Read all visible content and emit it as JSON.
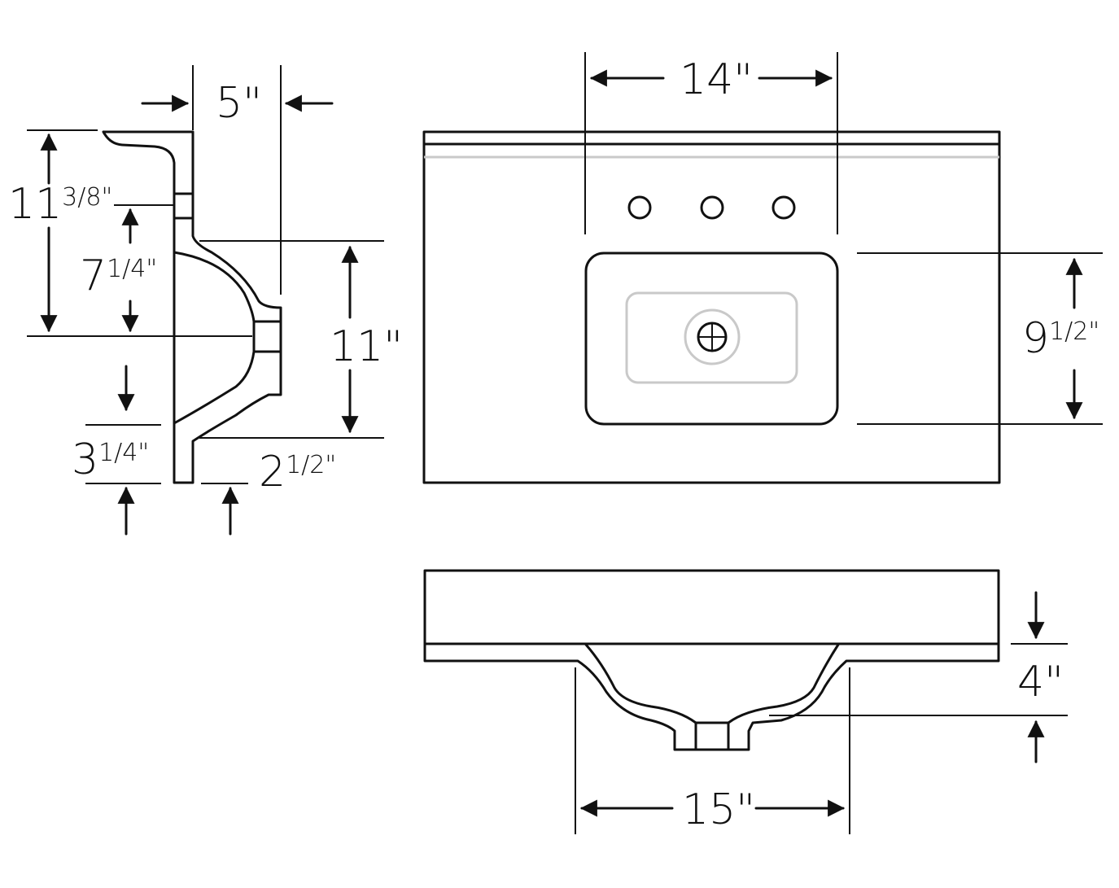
{
  "colors": {
    "line": "#111111",
    "muted": "#c9c9c9",
    "background": "#ffffff"
  },
  "side_view": {
    "overall_height": {
      "whole": "11",
      "fraction": "3/8",
      "unit": "\""
    },
    "rim_to_drain": {
      "whole": "7",
      "fraction": "1/4",
      "unit": "\""
    },
    "lower_height": {
      "whole": "3",
      "fraction": "1/4",
      "unit": "\""
    },
    "depth": "5\"",
    "bowl_height": "11\"",
    "setback": {
      "whole": "2",
      "fraction": "1/2",
      "unit": "\""
    }
  },
  "top_view": {
    "faucet_spread": "14\"",
    "bowl_depth": {
      "whole": "9",
      "fraction": "1/2",
      "unit": "\""
    }
  },
  "front_view": {
    "bowl_width": "15\"",
    "deck_height": "4\""
  }
}
